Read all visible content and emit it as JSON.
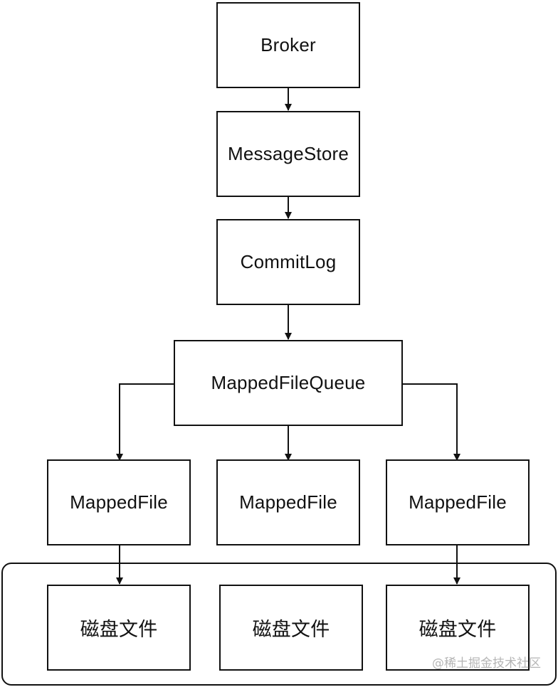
{
  "nodes": {
    "broker": "Broker",
    "message_store": "MessageStore",
    "commit_log": "CommitLog",
    "mapped_file_queue": "MappedFileQueue",
    "mapped_file_left": "MappedFile",
    "mapped_file_middle": "MappedFile",
    "mapped_file_right": "MappedFile",
    "disk_file_left": "磁盘文件",
    "disk_file_middle": "磁盘文件",
    "disk_file_right": "磁盘文件"
  },
  "edges": [
    {
      "from": "broker",
      "to": "message_store"
    },
    {
      "from": "message_store",
      "to": "commit_log"
    },
    {
      "from": "commit_log",
      "to": "mapped_file_queue"
    },
    {
      "from": "mapped_file_queue",
      "to": "mapped_file_left"
    },
    {
      "from": "mapped_file_queue",
      "to": "mapped_file_middle"
    },
    {
      "from": "mapped_file_queue",
      "to": "mapped_file_right"
    },
    {
      "from": "mapped_file_left",
      "to": "disk_file_left"
    },
    {
      "from": "mapped_file_right",
      "to": "disk_file_right"
    }
  ],
  "watermark": "@稀土掘金技术社区",
  "colors": {
    "stroke": "#111111",
    "background": "#ffffff",
    "watermark": "#b5b5b5"
  }
}
